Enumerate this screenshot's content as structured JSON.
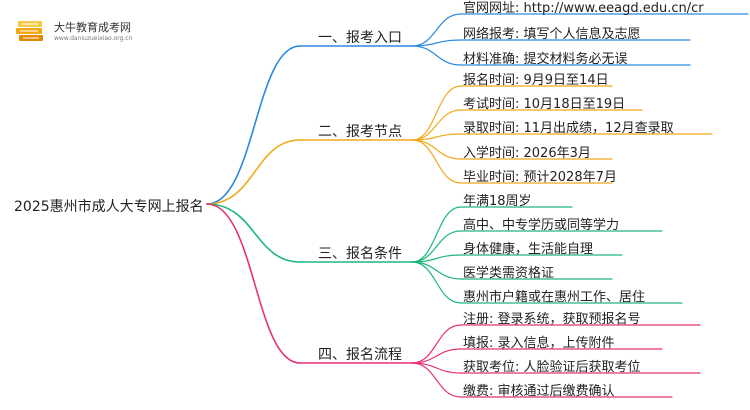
{
  "logo": {
    "name": "大牛教育成考网",
    "url": "www.daniuzueixiao.org.cn",
    "icon": "book-stack-icon",
    "colors": {
      "top": "#f3a712",
      "mid": "#f7c948",
      "base": "#e08a00"
    }
  },
  "root": {
    "label": "2025惠州市成人大专网上报名"
  },
  "branches": [
    {
      "label": "一、报考入口",
      "color": "#2a8ae0",
      "children": [
        "官网网址: http://www.eeagd.edu.cn/cr",
        "网络报考: 填写个人信息及志愿",
        "材料准确: 提交材料务必无误"
      ]
    },
    {
      "label": "二、报考节点",
      "color": "#f0a91b",
      "children": [
        "报名时间: 9月9日至14日",
        "考试时间: 10月18日至19日",
        "录取时间: 11月出成绩，12月查录取",
        "入学时间: 2026年3月",
        "毕业时间: 预计2028年7月"
      ]
    },
    {
      "label": "三、报名条件",
      "color": "#1cb87a",
      "children": [
        "年满18周岁",
        "高中、中专学历或同等学力",
        "身体健康，生活能自理",
        "医学类需资格证",
        "惠州市户籍或在惠州工作、居住"
      ]
    },
    {
      "label": "四、报名流程",
      "color": "#e5317a",
      "children": [
        "注册: 登录系统，获取预报名号",
        "填报: 录入信息，上传附件",
        "获取考位: 人脸验证后获取考位",
        "缴费: 审核通过后缴费确认"
      ]
    }
  ]
}
